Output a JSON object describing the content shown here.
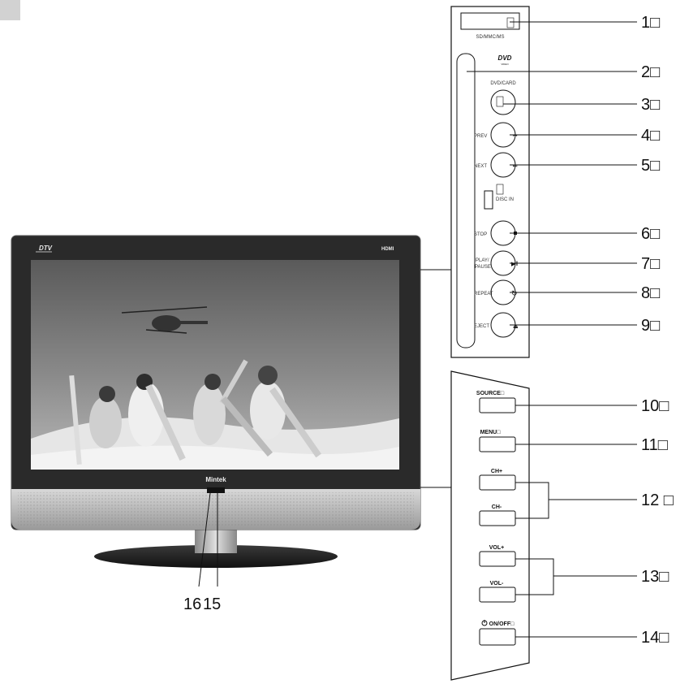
{
  "tv": {
    "badge_dtv": "DTV",
    "badge_hdmi": "HDMI",
    "brand": "Mintek"
  },
  "dvd_panel": {
    "card_slot_label": "SD/MMC/MS",
    "dvd_logo": "DVD",
    "dvd_logo_sub": "VIDEO",
    "dvd_card_label": "DVD/CARD",
    "prev_label": "PREV",
    "next_label": "NEXT",
    "disc_in_label": "DISC IN",
    "stop_label": "STOP",
    "play_pause_label_line1": "PLAY/",
    "play_pause_label_line2": "PAUSE",
    "repeat_label": "REPEAT",
    "eject_label": "EJECT"
  },
  "control_panel": {
    "source_label": "SOURCE□",
    "menu_label": "MENU□",
    "ch_up_label": "CH+",
    "ch_down_label": "CH-",
    "vol_up_label": "VOL+",
    "vol_down_label": "VOL-",
    "power_label": "ON/OFF□"
  },
  "callouts": {
    "c1": "1□",
    "c2": "2□",
    "c3": "3□",
    "c4": "4□",
    "c5": "5□",
    "c6": "6□",
    "c7": "7□",
    "c8": "8□",
    "c9": "9□",
    "c10": "10□",
    "c11": "11□",
    "c12": "12 □",
    "c13": "13□",
    "c14": "14□",
    "c15": "15",
    "c16": "16"
  }
}
